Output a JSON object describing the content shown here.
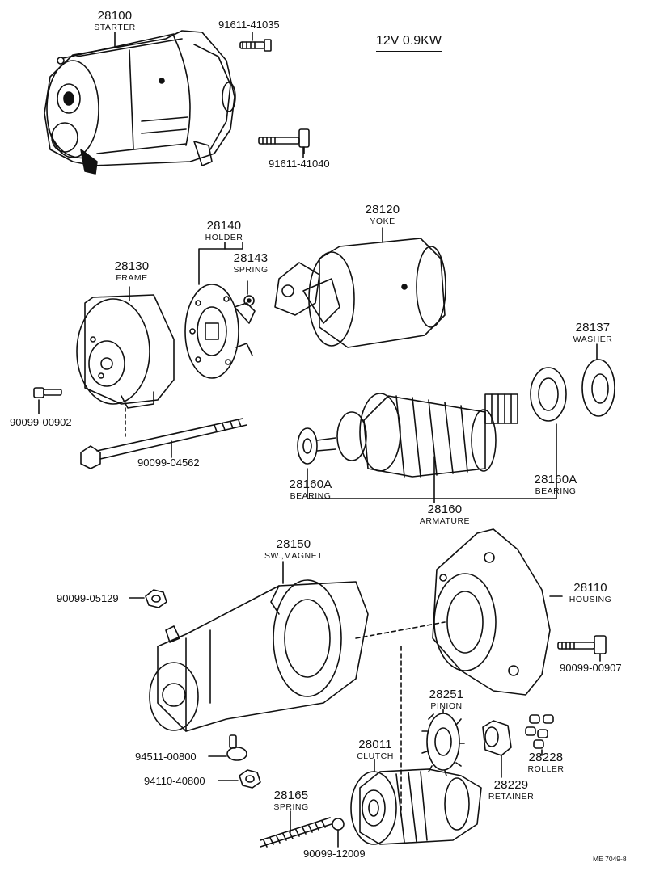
{
  "title": "12V 0.9KW",
  "drawing_code": "ME 7049-8",
  "parts": {
    "starter": {
      "number": "28100",
      "name": "STARTER"
    },
    "bolt_a": {
      "number": "91611-41035"
    },
    "bolt_b": {
      "number": "91611-41040"
    },
    "holder": {
      "number": "28140",
      "name": "HOLDER"
    },
    "yoke": {
      "number": "28120",
      "name": "YOKE"
    },
    "spring_b": {
      "number": "28143",
      "name": "SPRING"
    },
    "frame": {
      "number": "28130",
      "name": "FRAME"
    },
    "washer": {
      "number": "28137",
      "name": "WASHER"
    },
    "screw": {
      "number": "90099-00902"
    },
    "thru_bolt": {
      "number": "90099-04562"
    },
    "bearing_l": {
      "number": "28160A",
      "name": "BEARING"
    },
    "bearing_r": {
      "number": "28160A",
      "name": "BEARING"
    },
    "armature": {
      "number": "28160",
      "name": "ARMATURE"
    },
    "sw_magnet": {
      "number": "28150",
      "name": "SW.,MAGNET"
    },
    "nut_top": {
      "number": "90099-05129"
    },
    "housing": {
      "number": "28110",
      "name": "HOUSING"
    },
    "bolt_h": {
      "number": "90099-00907"
    },
    "pinion": {
      "number": "28251",
      "name": "PINION"
    },
    "clutch": {
      "number": "28011",
      "name": "CLUTCH"
    },
    "washer_s": {
      "number": "94511-00800"
    },
    "retainer": {
      "number": "28229",
      "name": "RETAINER"
    },
    "roller": {
      "number": "28228",
      "name": "ROLLER"
    },
    "nut_s": {
      "number": "94110-40800"
    },
    "spring_c": {
      "number": "28165",
      "name": "SPRING"
    },
    "ball": {
      "number": "90099-12009"
    }
  }
}
